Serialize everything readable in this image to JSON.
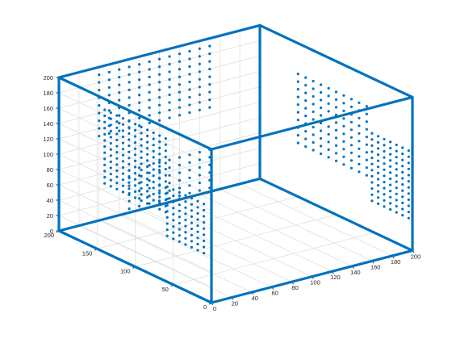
{
  "colors": {
    "series": "#0072bd",
    "grid": "#dcdcdc",
    "axis": "#262626"
  },
  "chart_data": {
    "type": "scatter",
    "subtype": "3d-scatter",
    "title": "",
    "xlabel": "",
    "ylabel": "",
    "zlabel": "",
    "xlim": [
      0,
      200
    ],
    "ylim": [
      0,
      200
    ],
    "zlim": [
      0,
      200
    ],
    "grid": true,
    "x_ticks": [
      "0",
      "20",
      "40",
      "60",
      "80",
      "100",
      "120",
      "140",
      "160",
      "180",
      "200"
    ],
    "y_ticks": [
      "0",
      "50",
      "100",
      "150",
      "200"
    ],
    "z_ticks": [
      "0",
      "20",
      "40",
      "60",
      "80",
      "100",
      "120",
      "140",
      "160",
      "180",
      "200"
    ],
    "box": {
      "name": "bounding box",
      "min": [
        0,
        0,
        0
      ],
      "max": [
        200,
        200,
        200
      ]
    },
    "series": [
      {
        "marker": "dot",
        "point_groups": [
          {
            "x_fixed": 0,
            "y": [
              60,
              140
            ],
            "z": [
              90,
              190
            ],
            "step": 8
          },
          {
            "x_fixed": 0,
            "y": [
              10,
              60
            ],
            "z": [
              60,
              130
            ],
            "step": 8
          },
          {
            "y_fixed": 200,
            "x": [
              40,
              150
            ],
            "z": [
              110,
              190
            ],
            "step": 10
          },
          {
            "x_fixed": 200,
            "y": [
              60,
              150
            ],
            "z": [
              70,
              160
            ],
            "step": 10
          },
          {
            "x_fixed": 200,
            "y": [
              5,
              60
            ],
            "z": [
              40,
              130
            ],
            "step": 8
          },
          {
            "y_fixed": 200,
            "x": [
              70,
              150
            ],
            "z": [
              5,
              55
            ],
            "step": 10
          }
        ]
      }
    ]
  }
}
